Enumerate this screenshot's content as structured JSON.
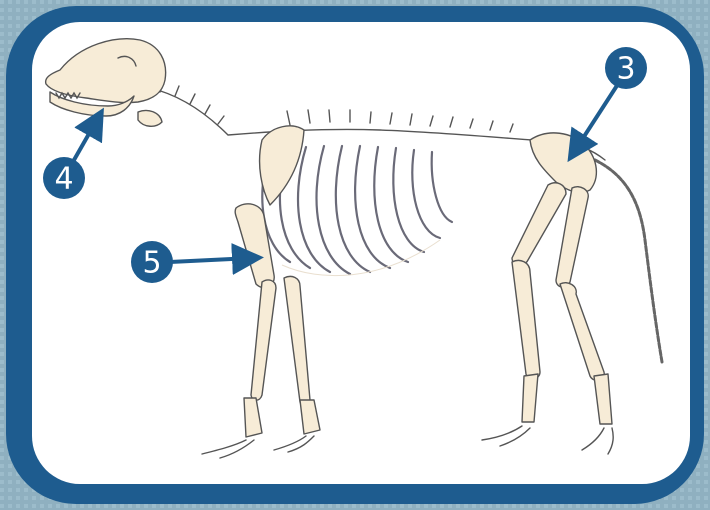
{
  "callouts": [
    {
      "id": "c3",
      "number": "3",
      "part": "pelvis"
    },
    {
      "id": "c4",
      "number": "4",
      "part": "mandible"
    },
    {
      "id": "c5",
      "number": "5",
      "part": "humerus"
    }
  ],
  "colors": {
    "frame": "#1e5c8f",
    "badge": "#1e5c8f",
    "panel": "#ffffff",
    "backdrop": "#8fb0c0",
    "bone_fill": "#f7ecd7",
    "bone_outline": "#555555"
  }
}
